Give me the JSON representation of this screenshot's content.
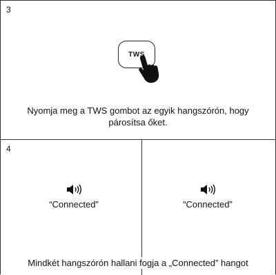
{
  "step3": {
    "number": "3",
    "button_label": "TWS",
    "caption": "Nyomja meg a TWS gombot az egyik hangszórón, hogy párosítsa őket."
  },
  "step4": {
    "number": "4",
    "left_label": "“Connected”",
    "right_label": "“Connected”",
    "caption": "Mindkét hangszórón hallani fogja a „Connected” hangot"
  },
  "icons": [
    "hand-pointer-icon",
    "speaker-sound-icon"
  ]
}
